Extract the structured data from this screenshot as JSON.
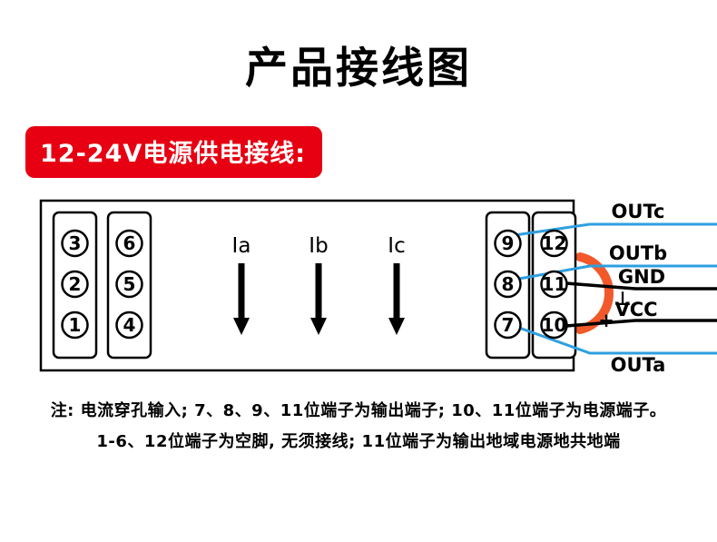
{
  "page": {
    "title": "产品接线图",
    "badge": "12-24V电源供电接线:"
  },
  "diagram": {
    "left_block": {
      "col1": [
        "3",
        "2",
        "1"
      ],
      "col2": [
        "6",
        "5",
        "4"
      ]
    },
    "right_block": {
      "col1": [
        "9",
        "8",
        "7"
      ],
      "col2": [
        "12",
        "11",
        "10"
      ]
    },
    "phases": [
      "Ia",
      "Ib",
      "Ic"
    ],
    "wires": {
      "outc": "OUTc",
      "outb": "OUTb",
      "gnd": "GND",
      "vcc": "VCC",
      "outa": "OUTa",
      "gnd_symbol": "⊥",
      "vcc_symbol": "+"
    },
    "colors": {
      "signal_blue": "#2e9fe0",
      "loop_orange": "#f1592a",
      "badge_red": "#e60012"
    }
  },
  "notes": {
    "line1": "注: 电流穿孔输入; 7、8、9、11位端子为输出端子; 10、11位端子为电源端子。",
    "line2": "1-6、12位端子为空脚, 无须接线; 11位端子为输出地域电源地共地端"
  }
}
